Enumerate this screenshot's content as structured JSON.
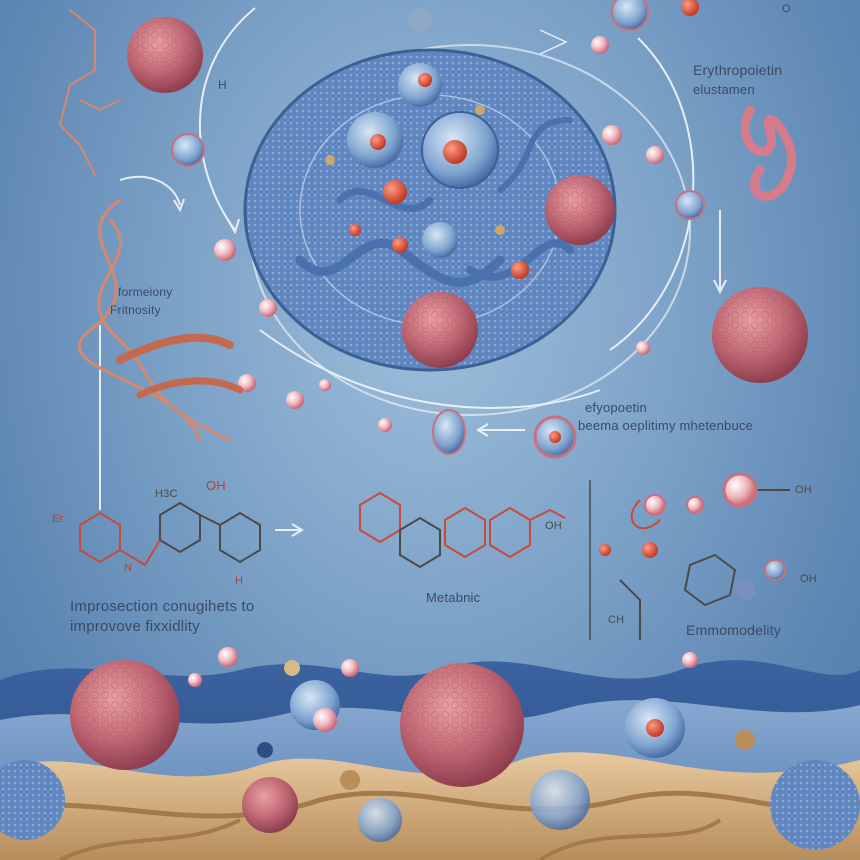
{
  "labels": {
    "erythropoietin_title": "Erythropoietin",
    "erythropoietin_sub": "elustamen",
    "h_small": "H",
    "formeiony": "formeiony",
    "fritnosity": "Fritnosity",
    "efyopoetin": "efyopoetin",
    "beema": "beema oeplitimy mhetenbuce",
    "chem_oh_top": "OH",
    "chem_h3c": "H3C",
    "chem_er": "Er",
    "chem_n": "N",
    "chem_h": "H",
    "chem_oh_right": "OH",
    "chem_oh_right2": "OH",
    "chem_ch": "CH",
    "chem_oh_side": "OH",
    "metabnic": "Metabnic",
    "improsection_line1": "Improsection conugihets to",
    "improsection_line2": "improvove fixxidlity",
    "emmomodelity": "Emmomodelity",
    "o_mark": "O"
  },
  "colors": {
    "background": "#7ea3c8",
    "cell_red": "#b65a6b",
    "cell_blue": "#3f67a0",
    "molecule_red": "#d8553f",
    "dna": "#d8876f",
    "tissue_yellow": "#d9b88a"
  }
}
